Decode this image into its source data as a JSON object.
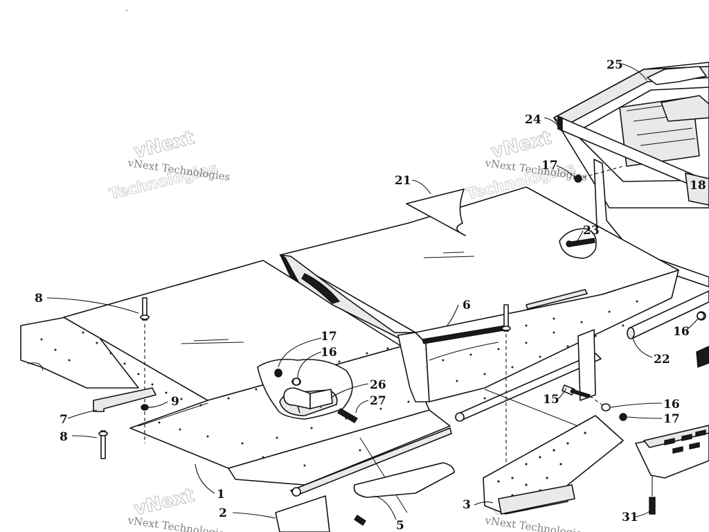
{
  "watermark": {
    "line1": "vNext Technologies",
    "line2": "vNext",
    "line3": "Technologies"
  },
  "callouts": {
    "c1": "1",
    "c2": "2",
    "c3": "3",
    "c5": "5",
    "c6": "6",
    "c7": "7",
    "c8a": "8",
    "c8b": "8",
    "c9": "9",
    "c15": "15",
    "c16a": "16",
    "c16b": "16",
    "c16c": "16",
    "c17a": "17",
    "c17b": "17",
    "c17c": "17",
    "c18": "18",
    "c21": "21",
    "c22": "22",
    "c23": "23",
    "c24": "24",
    "c25": "25",
    "c26": "26",
    "c27": "27",
    "c31": "31"
  }
}
